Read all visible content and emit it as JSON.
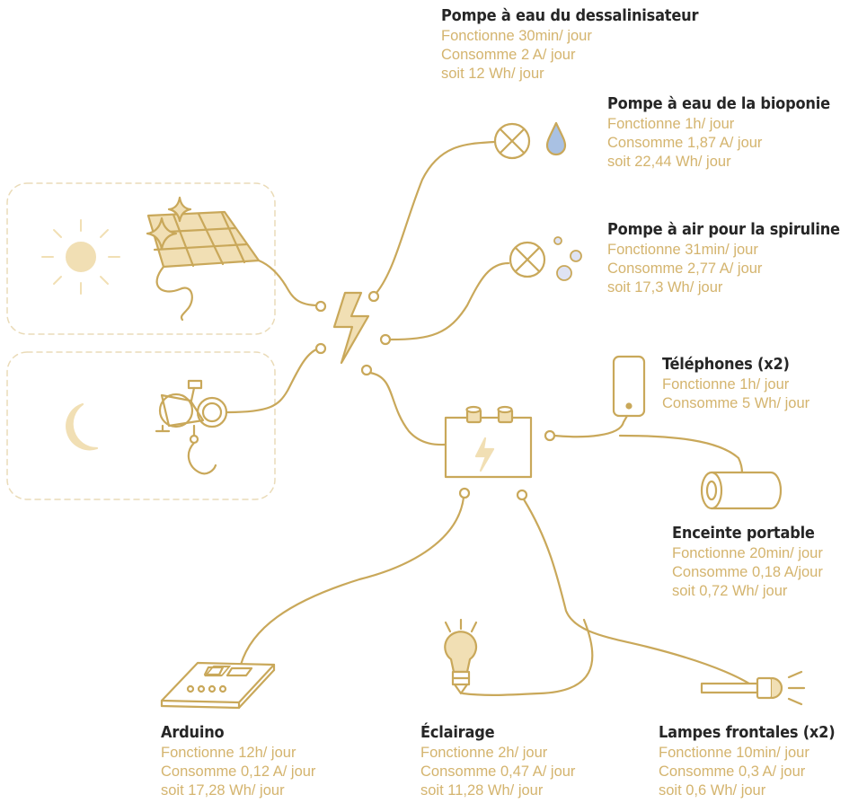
{
  "colors": {
    "line": "#c9a85a",
    "fill_light": "#f1dfb4",
    "title": "#262626",
    "detail": "#d4b46e",
    "dashed_box": "#eadbb8",
    "water": "#a9c1e3"
  },
  "sources": [
    {
      "id": "day",
      "icons": [
        "sun-icon",
        "solar-panel-icon"
      ]
    },
    {
      "id": "night",
      "icons": [
        "moon-icon",
        "bicycle-generator-icon"
      ]
    }
  ],
  "devices": [
    {
      "id": "pompe_eau_dessal",
      "icon": "water-pump-icon",
      "title": "Pompe à eau du dessalinisateur",
      "lines": [
        "Fonctionne 30min/ jour",
        "Consomme 2 A/ jour",
        "soit 12 Wh/ jour"
      ]
    },
    {
      "id": "pompe_eau_bio",
      "icon": "water-drop-icon",
      "title": "Pompe à eau de la bioponie",
      "lines": [
        "Fonctionne 1h/ jour",
        "Consomme 1,87 A/ jour",
        "soit 22,44 Wh/ jour"
      ]
    },
    {
      "id": "pompe_air",
      "icon": "air-bubbles-icon",
      "title": "Pompe à air pour la spiruline",
      "lines": [
        "Fonctionne 31min/ jour",
        "Consomme 2,77 A/ jour",
        "soit 17,3 Wh/ jour"
      ]
    },
    {
      "id": "telephones",
      "icon": "phone-icon",
      "title": "Téléphones (x2)",
      "lines": [
        "Fonctionne 1h/ jour",
        "Consomme 5 Wh/ jour"
      ]
    },
    {
      "id": "enceinte",
      "icon": "speaker-icon",
      "title": "Enceinte portable",
      "lines": [
        "Fonctionne 20min/ jour",
        "Consomme 0,18 A/jour",
        "soit 0,72 Wh/ jour"
      ]
    },
    {
      "id": "arduino",
      "icon": "arduino-board-icon",
      "title": "Arduino",
      "lines": [
        "Fonctionne 12h/ jour",
        "Consomme 0,12 A/ jour",
        "soit 17,28 Wh/ jour"
      ]
    },
    {
      "id": "eclairage",
      "icon": "light-bulb-icon",
      "title": "Éclairage",
      "lines": [
        "Fonctionne 2h/ jour",
        "Consomme 0,47 A/ jour",
        "soit 11,28 Wh/ jour"
      ]
    },
    {
      "id": "lampes",
      "icon": "headlamp-icon",
      "title": "Lampes frontales (x2)",
      "lines": [
        "Fonctionne 10min/ jour",
        "Consomme 0,3 A/ jour",
        "soit 0,6 Wh/ jour"
      ]
    }
  ]
}
